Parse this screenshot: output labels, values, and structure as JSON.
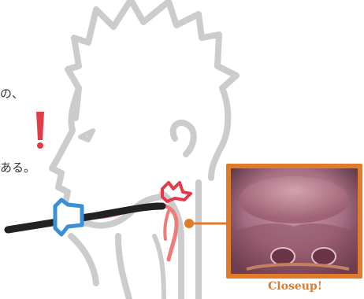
{
  "text_fragments": [
    "の、",
    "ある。"
  ],
  "closeup": {
    "label": "Closeup!"
  },
  "colors": {
    "outline": "#cccccc",
    "scope_body": "#222222",
    "scope_handle": "#3a8fd6",
    "tube_pink": "#f07b7b",
    "alert_red": "#e23b4a",
    "frame_orange": "#e07b2a"
  },
  "icons": [
    "exclamation-icon",
    "irritation-burst-icon",
    "endoscope-icon",
    "callout-dot-icon"
  ]
}
